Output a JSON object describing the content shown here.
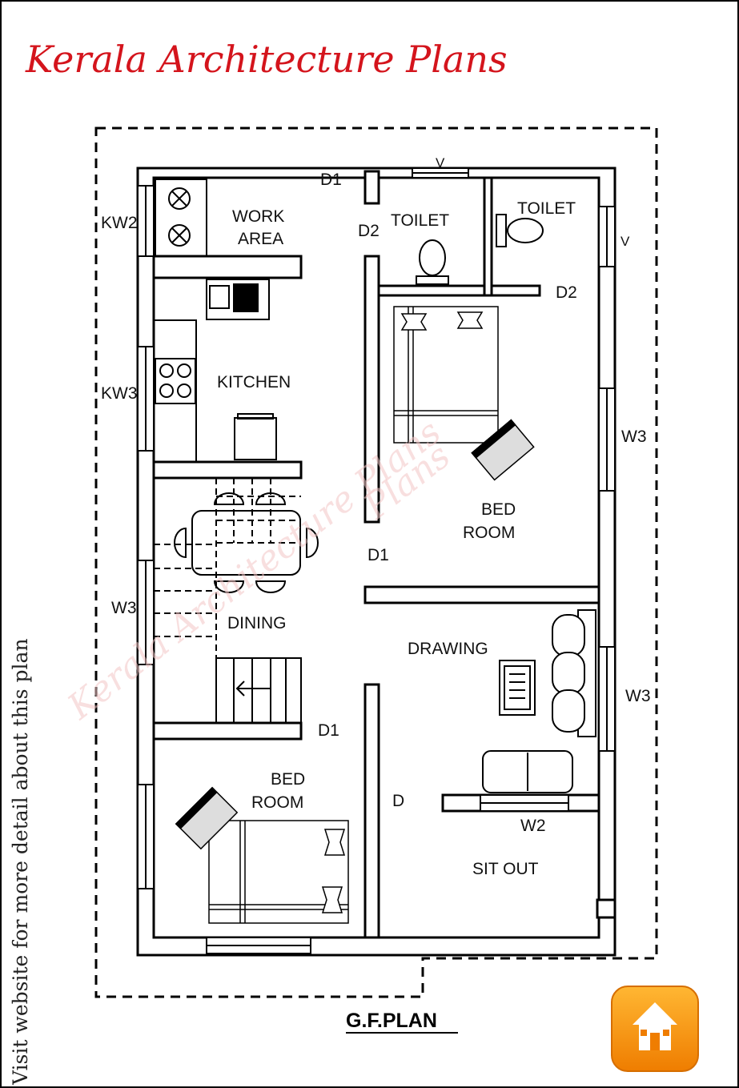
{
  "brand": {
    "title": "Kerala Architecture Plans",
    "color": "#d4141c"
  },
  "side_text": "Visit website for more detail about this plan",
  "plan_title": "G.F.PLAN",
  "rooms": {
    "work_area_1": "WORK",
    "work_area_2": "AREA",
    "kitchen": "KITCHEN",
    "toilet_a": "TOILET",
    "toilet_b": "TOILET",
    "bedroom1_1": "BED",
    "bedroom1_2": "ROOM",
    "dining": "DINING",
    "drawing": "DRAWING",
    "bedroom2_1": "BED",
    "bedroom2_2": "ROOM",
    "sit_out": "SIT OUT"
  },
  "openings": {
    "kw2": "KW2",
    "kw3": "KW3",
    "w3_left": "W3",
    "w3_right_top": "W3",
    "w3_right_mid": "W3",
    "w2": "W2",
    "v_top": "V",
    "v_right": "V",
    "d1_top": "D1",
    "d2_left": "D2",
    "d2_right": "D2",
    "d1_bed": "D1",
    "d1_mid": "D1",
    "d_main": "D"
  },
  "icons": [
    "home-icon"
  ]
}
